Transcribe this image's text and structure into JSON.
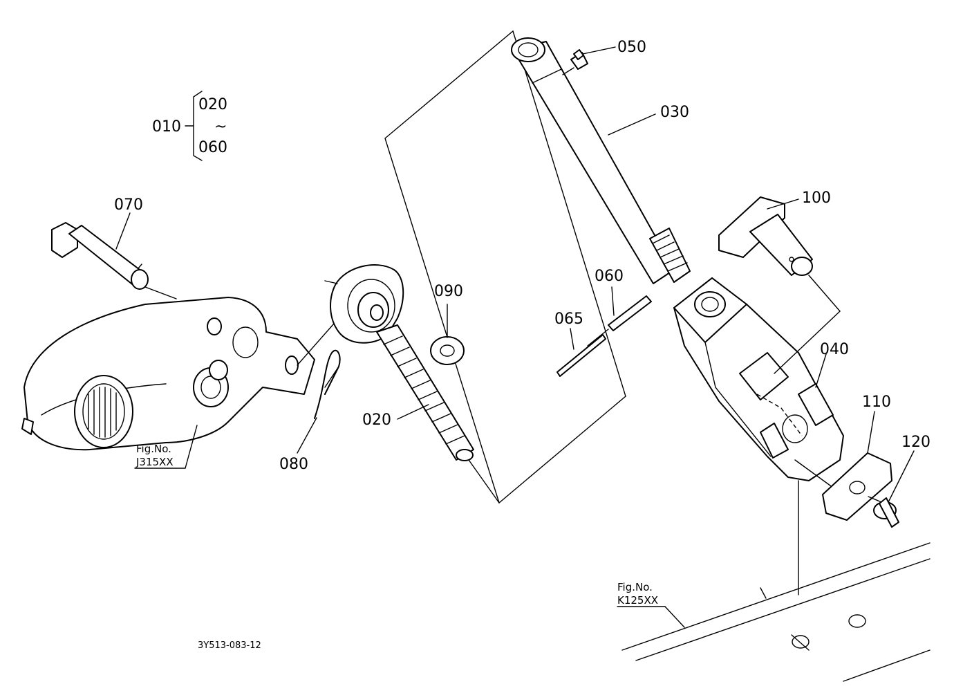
{
  "labels": {
    "p010": "010",
    "p020_range": "020",
    "range_tilde": "~",
    "p060_range": "060",
    "p050": "050",
    "p030": "030",
    "p070": "070",
    "p100": "100",
    "p090": "090",
    "p060": "060",
    "p065": "065",
    "p040": "040",
    "p020": "020",
    "p080": "080",
    "p110": "110",
    "p120": "120"
  },
  "refs": {
    "fig_label_1": "Fig.No.",
    "fig_code_1": "J315XX",
    "fig_label_2": "Fig.No.",
    "fig_code_2": "K125XX"
  },
  "drawing_code": "3Y513-083-12"
}
